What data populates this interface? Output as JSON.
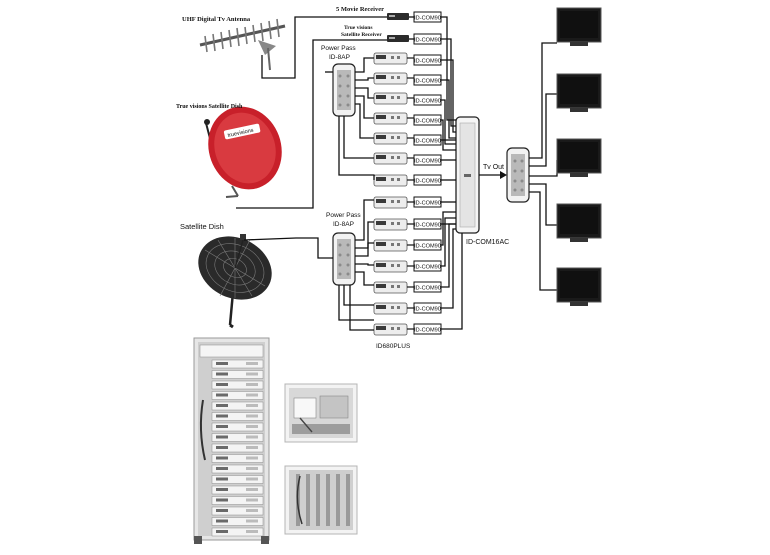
{
  "labels": {
    "uhf_antenna": "UHF Digital Tv Antenna",
    "movie_receiver": "5 Movie Receiver",
    "truevision_receiver_1": "True visions",
    "truevision_receiver_2": "Satellite Receiver",
    "power_pass_top_1": "Power Pass",
    "power_pass_top_2": "ID-8AP",
    "truevision_dish": "True visions Satellite Dish",
    "dish_brand": "truevisions",
    "power_pass_bottom_1": "Power Pass",
    "power_pass_bottom_2": "ID-8AP",
    "satellite_dish": "Satellite Dish",
    "tv_out": "Tv Out",
    "combiner": "ID-COM16AC",
    "receiver_model": "ID680PLUS"
  },
  "combiner_modules": [
    "ID-COM90",
    "ID-COM90",
    "ID-COM90",
    "ID-COM90",
    "ID-COM90",
    "ID-COM90",
    "ID-COM90",
    "ID-COM90",
    "ID-COM90",
    "ID-COM90",
    "ID-COM90",
    "ID-COM90",
    "ID-COM90",
    "ID-COM90",
    "ID-COM90",
    "ID-COM90"
  ],
  "colors": {
    "wire": "#111111",
    "dish_red": "#c8202a",
    "tv_screen": "#1a1a1a",
    "rack": "#d8d8d8"
  }
}
